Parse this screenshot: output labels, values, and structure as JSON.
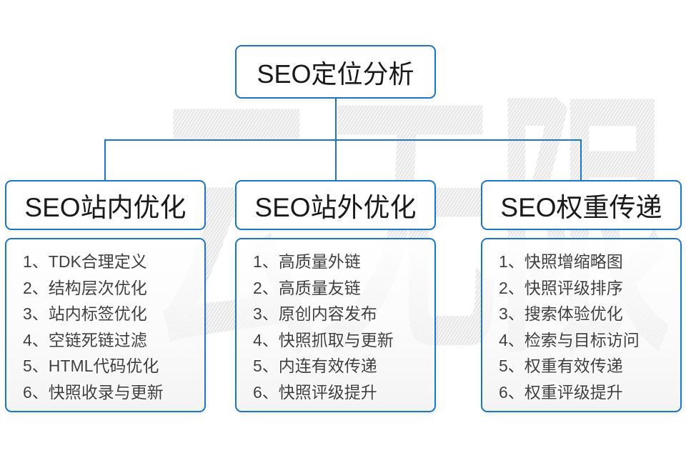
{
  "title": "SEO定位分析",
  "watermark": {
    "text": "云无限"
  },
  "colors": {
    "accent_blue": "#1b76c8",
    "header_text": "#1a1a1a",
    "item_text": "#3f3f3f",
    "watermark_gray": "#ebebeb"
  },
  "columns": [
    {
      "header": "SEO站内优化",
      "items": [
        "1、TDK合理定义",
        "2、结构层次优化",
        "3、站内标签优化",
        "4、空链死链过滤",
        "5、HTML代码优化",
        "6、快照收录与更新"
      ]
    },
    {
      "header": "SEO站外优化",
      "items": [
        "1、高质量外链",
        "2、高质量友链",
        "3、原创内容发布",
        "4、快照抓取与更新",
        "5、内连有效传递",
        "6、快照评级提升"
      ]
    },
    {
      "header": "SEO权重传递",
      "items": [
        "1、快照增缩略图",
        "2、快照评级排序",
        "3、搜索体验优化",
        "4、检索与目标访问",
        "5、权重有效传递",
        "6、权重评级提升"
      ]
    }
  ]
}
